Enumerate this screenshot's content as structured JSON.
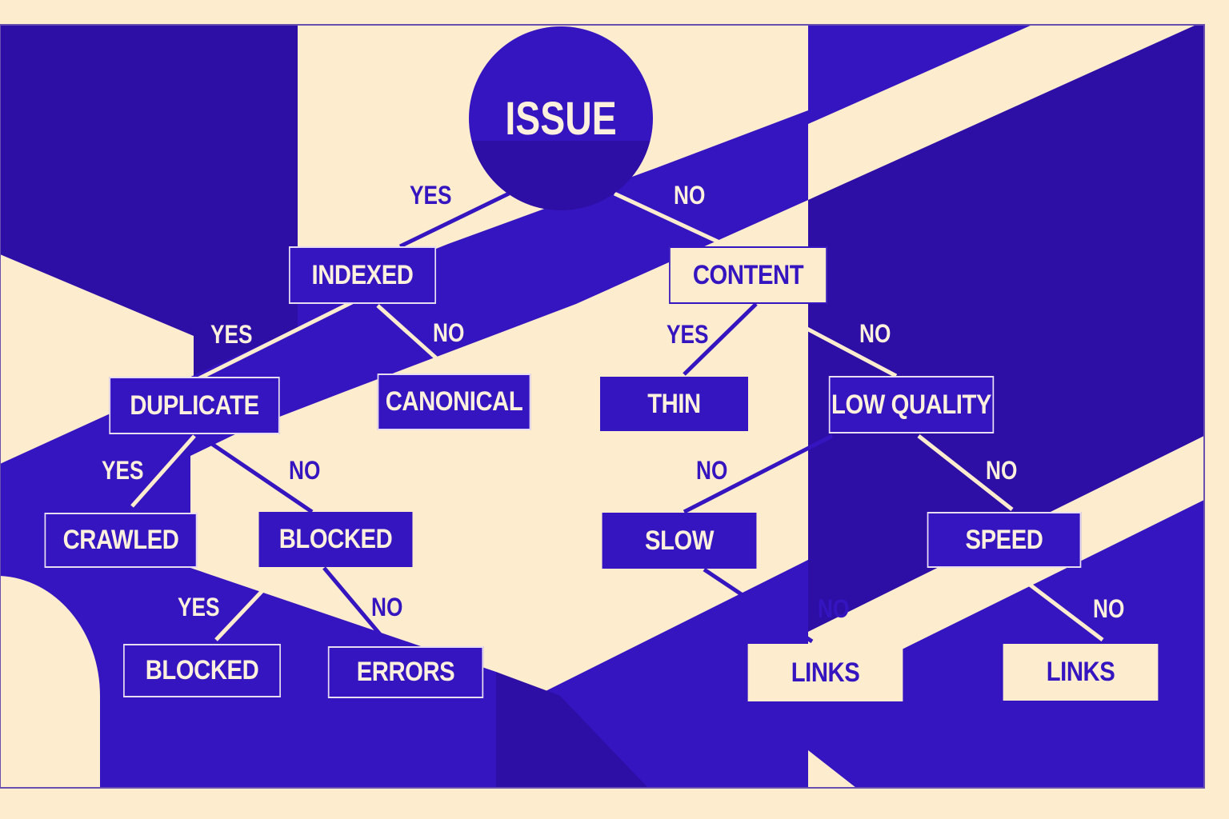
{
  "colors": {
    "blue": "#3515c0",
    "blue_dark": "#2d0fa6",
    "cream": "#fdeccd"
  },
  "root": {
    "label": "ISSUE"
  },
  "nodes": {
    "indexed": "INDEXED",
    "content": "CONTENT",
    "duplicate": "DUPLICATE",
    "canonical": "CANONICAL",
    "thin": "THIN",
    "low_quality": "LOW QUALITY",
    "crawled": "CRAWLED",
    "blocked_mid": "BLOCKED",
    "slow": "SLOW",
    "speed": "SPEED",
    "blocked_leaf": "BLOCKED",
    "errors": "ERRORS",
    "links_1": "LINKS",
    "links_2": "LINKS"
  },
  "edges": {
    "issue_indexed": "YES",
    "issue_content": "NO",
    "indexed_duplicate": "YES",
    "indexed_canonical": "NO",
    "content_thin": "YES",
    "content_lowquality": "NO",
    "duplicate_crawled": "YES",
    "duplicate_blocked": "NO",
    "lowquality_slow": "NO",
    "lowquality_speed": "NO",
    "blocked_blocked": "YES",
    "blocked_errors": "NO",
    "slow_links": "NO",
    "speed_links": "NO"
  }
}
